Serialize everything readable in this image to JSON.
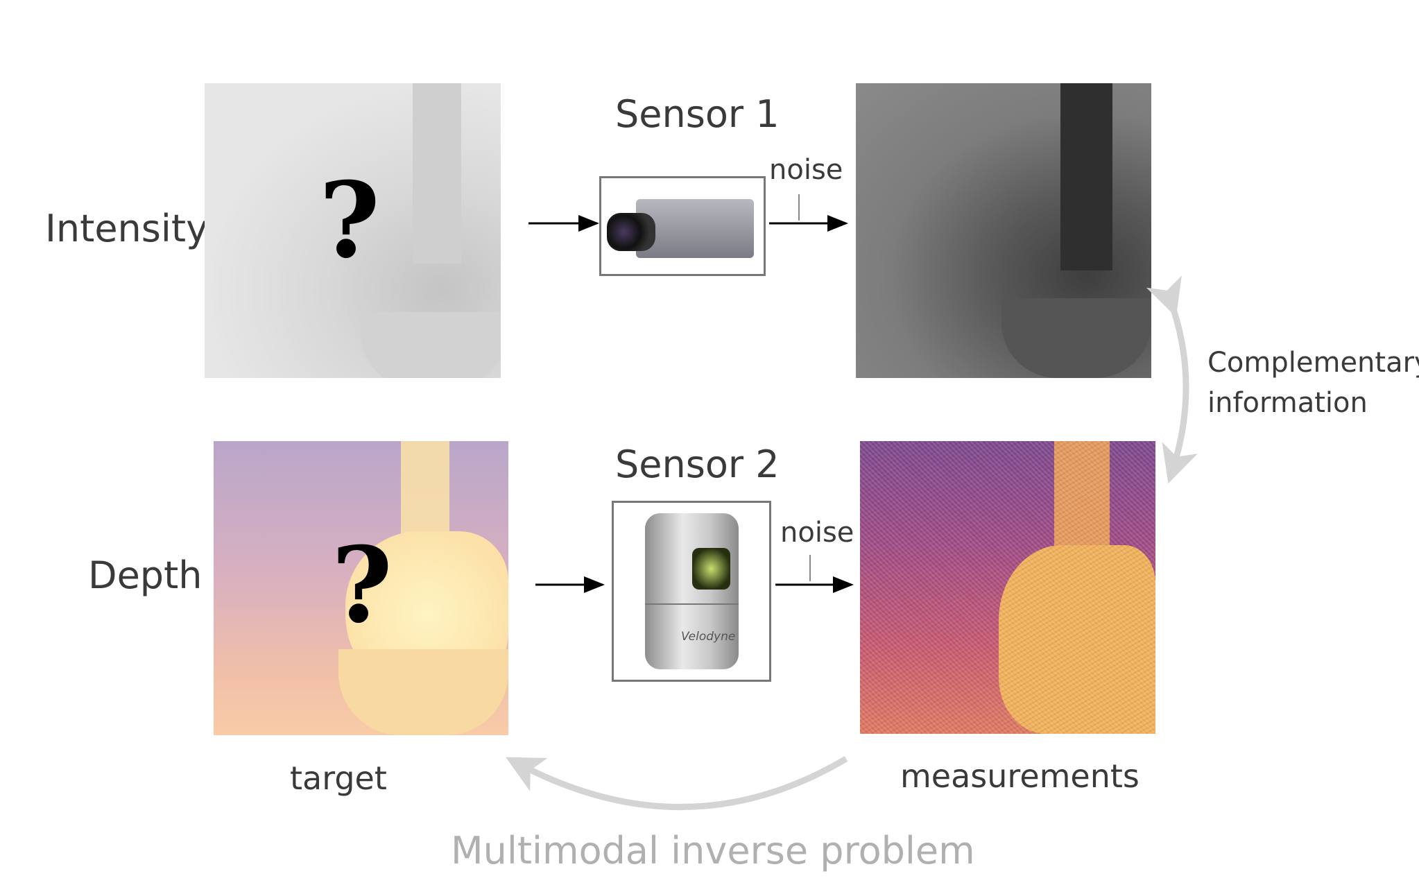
{
  "rows": {
    "intensity": {
      "label": "Intensity",
      "sensor": "Sensor 1",
      "noise": "noise",
      "unknown_mark": "?"
    },
    "depth": {
      "label": "Depth",
      "sensor": "Sensor 2",
      "noise": "noise",
      "unknown_mark": "?"
    }
  },
  "lidar_brand": "Velodyne",
  "captions": {
    "target": "target",
    "measurements": "measurements"
  },
  "complementary": {
    "line1": "Complementary",
    "line2": "information"
  },
  "footer": "Multimodal inverse problem",
  "colors": {
    "arrow_gray": "#d6d6d6",
    "footer_gray": "#b0b0b0"
  }
}
